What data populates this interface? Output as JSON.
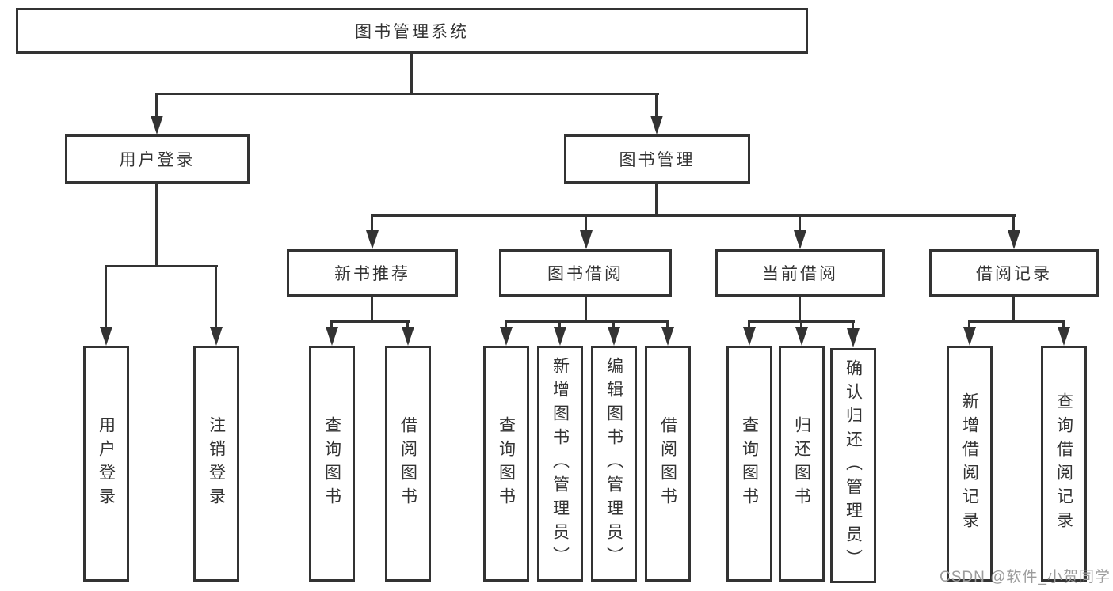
{
  "diagram": {
    "root": {
      "label": "图书管理系统"
    },
    "level2": [
      {
        "label": "用户登录"
      },
      {
        "label": "图书管理"
      }
    ],
    "level3": [
      {
        "label": "新书推荐"
      },
      {
        "label": "图书借阅"
      },
      {
        "label": "当前借阅"
      },
      {
        "label": "借阅记录"
      }
    ],
    "leaves": {
      "user_login": [
        "用户登录",
        "注销登录"
      ],
      "new_book_recommendation": [
        "查询图书",
        "借阅图书"
      ],
      "book_borrowing": [
        "查询图书",
        "新增图书（管理员）",
        "编辑图书（管理员）",
        "借阅图书"
      ],
      "current_borrowing": [
        "查询图书",
        "归还图书",
        "确认归还（管理员）"
      ],
      "borrowing_records": [
        "新增借阅记录",
        "查询借阅记录"
      ]
    }
  },
  "watermark": {
    "text": "CSDN @软件_小贺同学"
  },
  "colors": {
    "line": "#333333",
    "text": "#333333",
    "watermark": "#9c9c9c",
    "background": "#ffffff"
  }
}
